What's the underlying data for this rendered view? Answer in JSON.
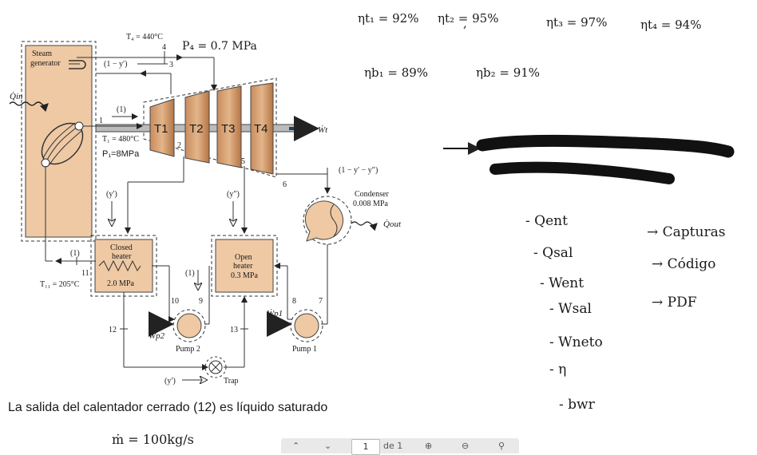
{
  "efficiencies": {
    "t1": "ηt₁ = 92%",
    "t2": "ηt₂ = 95%",
    "t3": "ηt₃ = 97%",
    "t4": "ηt₄ = 94%",
    "b1": "ηb₁ = 89%",
    "b2": "ηb₂ = 91%"
  },
  "diagram": {
    "steam_generator": [
      "Steam",
      "generator"
    ],
    "q_in": "Q̇in",
    "t4_state": "T₄ = 440°C",
    "p4": "P₄ = 0.7 MPa",
    "extract_ret": "(1 − y′)",
    "flow_one": "(1)",
    "t1_state": "T₁ = 480°C",
    "p1": "P₁=8MPa",
    "turbines": [
      "T1",
      "T2",
      "T3",
      "T4"
    ],
    "w_t": "Ẇt",
    "y_prime": "(y′)",
    "y_double": "(y″)",
    "cond_flow": "(1 − y′ − y″)",
    "condenser": [
      "Condenser",
      "0.008 MPa"
    ],
    "q_out": "Q̇out",
    "closed_heater": [
      "Closed",
      "heater",
      "2.0 MPa"
    ],
    "open_heater": [
      "Open",
      "heater",
      "0.3 MPa"
    ],
    "t11_state": "T₁₁ = 205°C",
    "w_p1": "Ẇp1",
    "w_p2": "Ẇp2",
    "pump1": "Pump 1",
    "pump2": "Pump 2",
    "trap": "Trap",
    "states": [
      "1",
      "2",
      "3",
      "4",
      "5",
      "6",
      "7",
      "8",
      "9",
      "10",
      "11",
      "12",
      "13"
    ]
  },
  "checklist": {
    "items": [
      "- Qent",
      "- Qsal",
      "- Went",
      "- Wsal",
      "- Wneto",
      "- η",
      "- bwr"
    ],
    "outputs": [
      "→ Capturas",
      "→ Código",
      "→ PDF"
    ]
  },
  "note": "La salida del calentador cerrado (12) es líquido saturado",
  "mass_flow": "ṁ = 100kg/s",
  "pdf_toolbar": {
    "page": "1",
    "of": "de 1"
  }
}
